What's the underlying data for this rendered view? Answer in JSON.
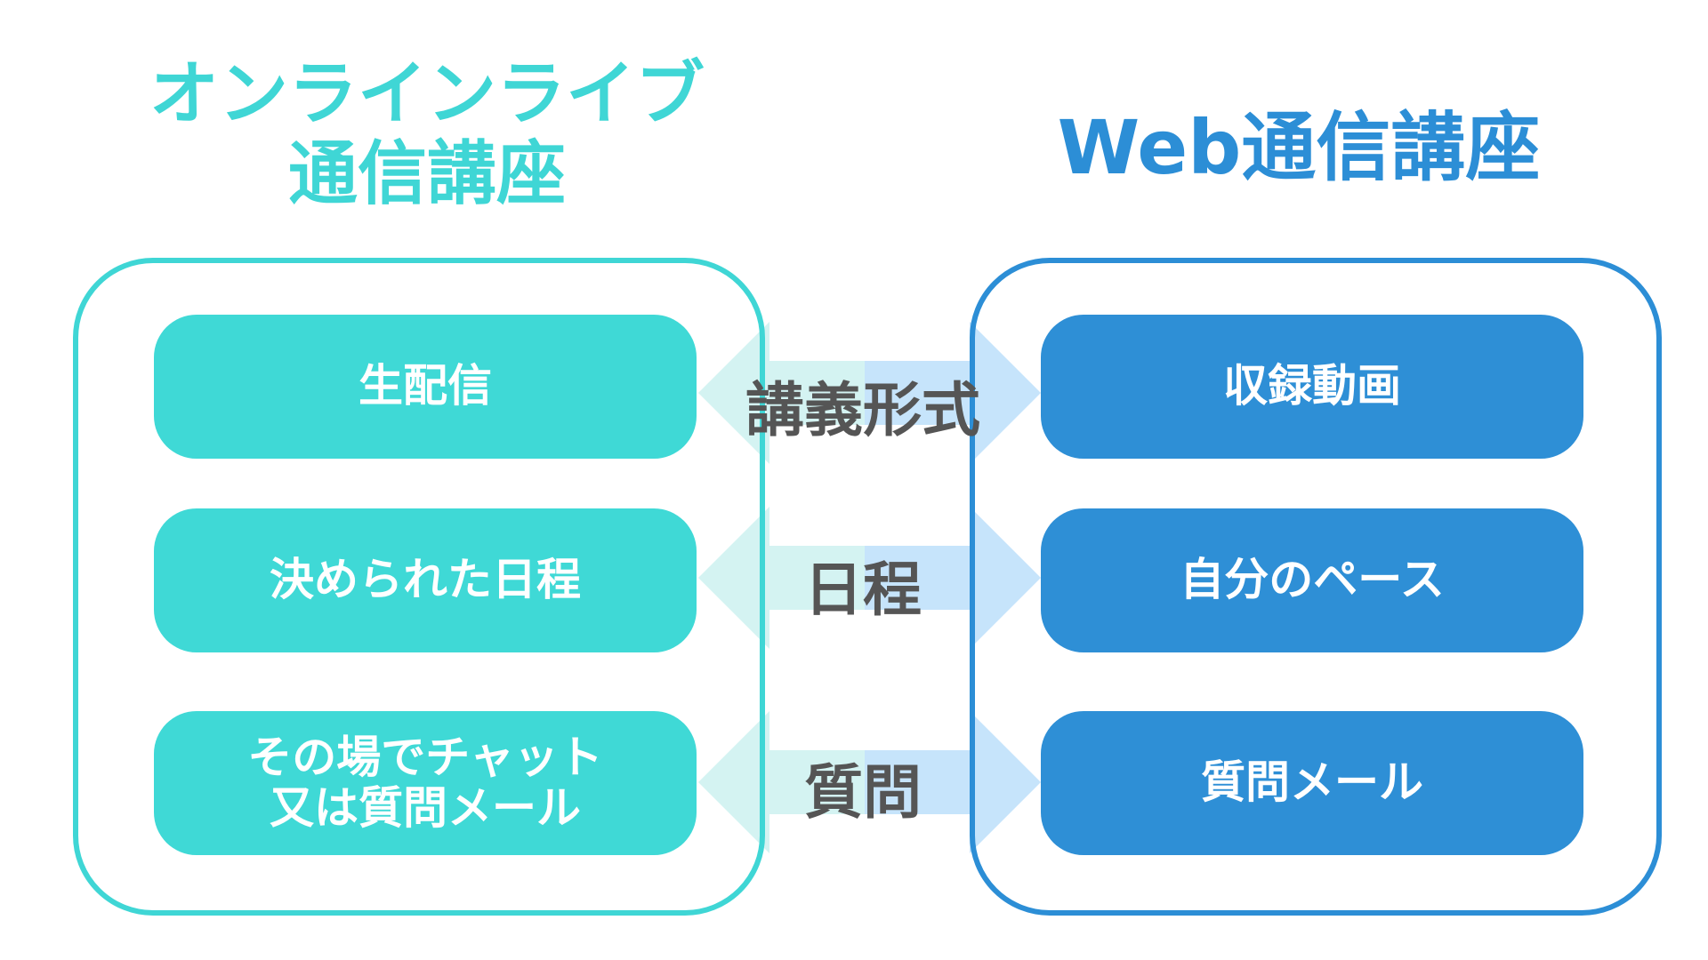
{
  "left": {
    "title_line1": "オンラインライブ",
    "title_line2": "通信講座",
    "items": [
      "生配信",
      "決められた日程",
      "その場でチャット",
      "又は質問メール"
    ]
  },
  "right": {
    "title": "Web通信講座",
    "items": [
      "収録動画",
      "自分のペース",
      "質問メール"
    ]
  },
  "compare": {
    "labels": [
      "講義形式",
      "日程",
      "質問"
    ]
  },
  "colors": {
    "left_accent": "#3fd6d5",
    "right_accent": "#2c8ed6",
    "arrow_left_fill": "#d4f3f2",
    "arrow_right_fill": "#c6e4fb",
    "label_text": "#555555"
  }
}
